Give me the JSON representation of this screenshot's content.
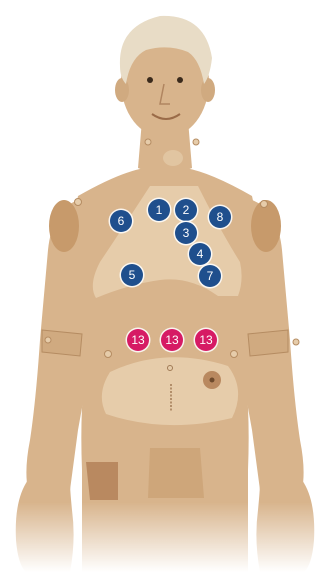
{
  "colors": {
    "skin": "#d8b48c",
    "skin_dark": "#c79a6b",
    "skin_light": "#e6ccaa",
    "hair": "#e8dcc6",
    "marker_blue": "#1f4f8d",
    "marker_pink": "#d61a64"
  },
  "chest_markers": [
    "1",
    "2",
    "3",
    "4",
    "5",
    "6",
    "7",
    "8"
  ],
  "abdomen_markers": [
    "13",
    "13",
    "13"
  ]
}
